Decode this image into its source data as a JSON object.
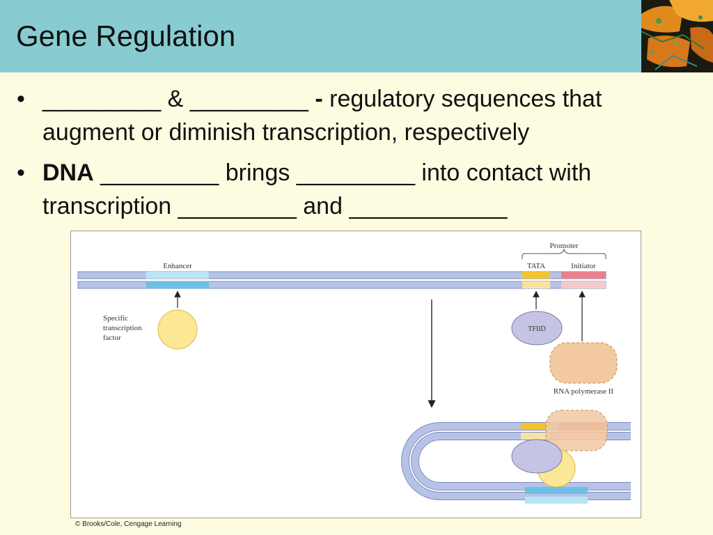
{
  "slide": {
    "title": "Gene Regulation",
    "bullet_symbol": "•",
    "bullets": [
      {
        "part_a": "_________ & _________ ",
        "part_b": "-",
        "part_c": " regulatory sequences that augment or diminish transcription, respectively"
      },
      {
        "part_a": "DNA",
        "part_b": " _________ brings _________ into contact with transcription _________ and ____________"
      }
    ]
  },
  "figure": {
    "labels": {
      "promoter": "Promoter",
      "enhancer": "Enhancer",
      "tata": "TATA",
      "initiator": "Initiator",
      "specific_factor_line1": "Specific",
      "specific_factor_line2": "transcription",
      "specific_factor_line3": "factor",
      "tfiid": "TFIID",
      "rna_pol": "RNA polymerase II"
    },
    "colors": {
      "dna_strand": "#b7c3e6",
      "dna_outline": "#7d8cc0",
      "enhancer": "#6cc0e6",
      "enhancer_light": "#b8e4f4",
      "tata": "#f2c32c",
      "tata_light": "#f8e2a0",
      "initiator": "#e8818c",
      "initiator_light": "#f6c8cc",
      "specific_factor": "#fbe794",
      "tfiid": "#c6c4e4",
      "rna_pol": "#f2c9a0"
    },
    "copyright": "© Brooks/Cole, Cengage Learning"
  },
  "header_image": {
    "icon": "molecule-photo-icon"
  }
}
